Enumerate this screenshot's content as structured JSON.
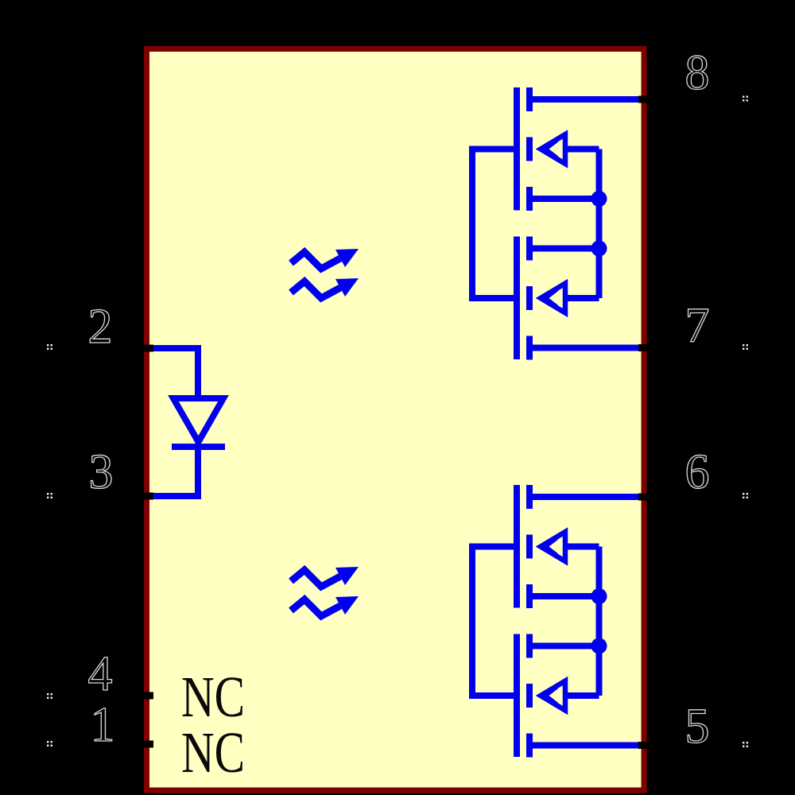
{
  "schematic": {
    "colors": {
      "background": "#000000",
      "body_fill": "#ffffc2",
      "body_outline": "#7f0000",
      "wire": "#0000ee",
      "pin_number_outline": "#d8d8d8",
      "pin_marker": "#e9e9e9",
      "label": "#0a0a0a"
    },
    "component": {
      "kind": "solid-state-relay / photoMOS optocoupler symbol",
      "left_pins": [
        {
          "number": "2"
        },
        {
          "number": "3"
        },
        {
          "number": "4"
        },
        {
          "number": "1"
        }
      ],
      "right_pins": [
        {
          "number": "8"
        },
        {
          "number": "7"
        },
        {
          "number": "6"
        },
        {
          "number": "5"
        }
      ],
      "no_connect_labels": [
        "NC",
        "NC"
      ]
    }
  }
}
